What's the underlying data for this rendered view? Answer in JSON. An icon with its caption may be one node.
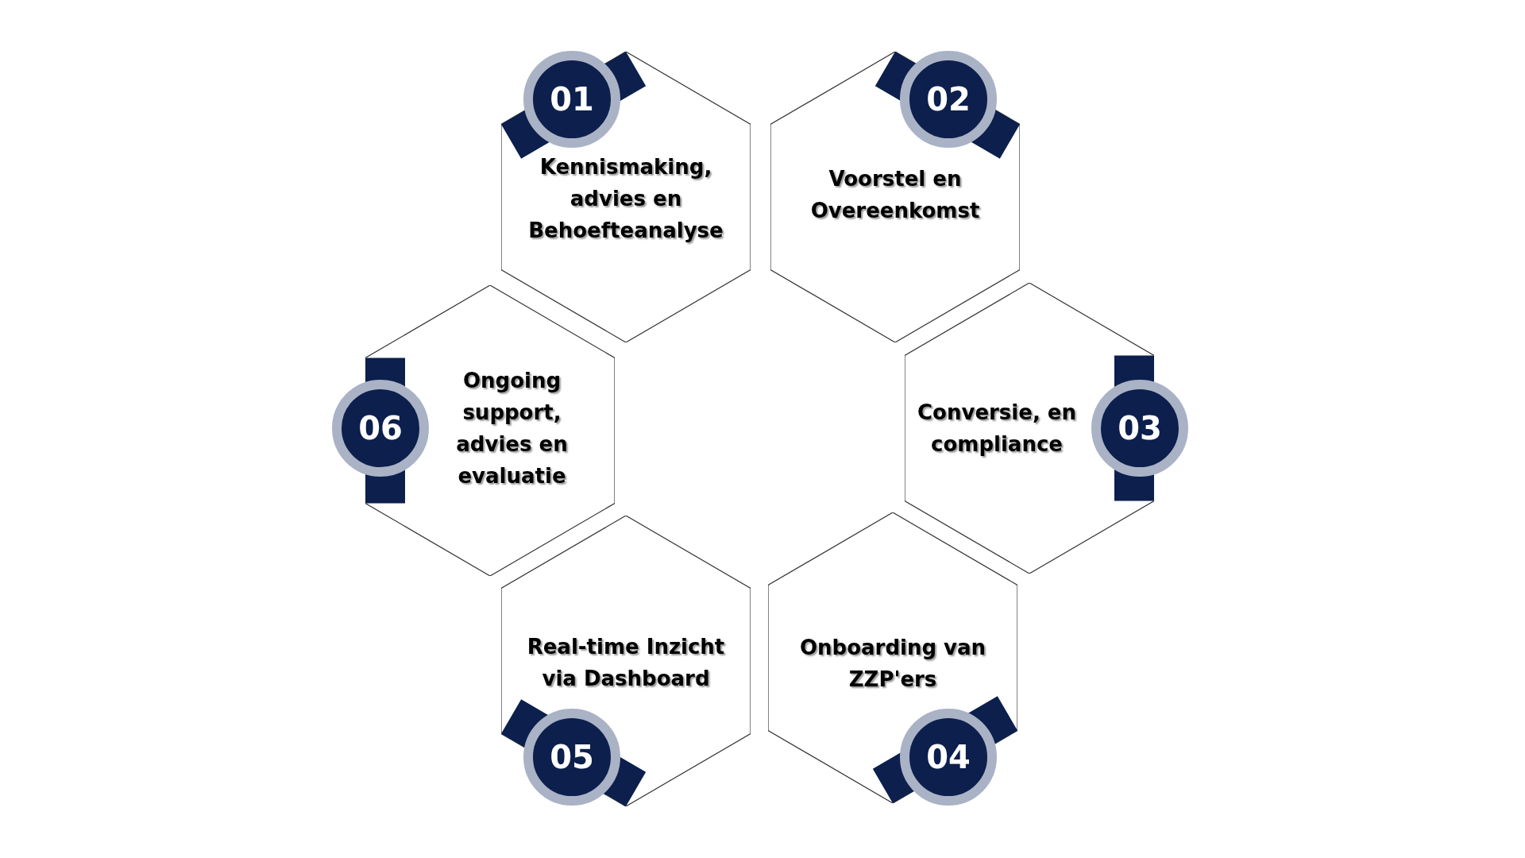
{
  "diagram": {
    "nodes": [
      {
        "text": [
          "01",
          "Kennismaking, advies en Behoefteanalyse"
        ]
      },
      {
        "text": [
          "02",
          "Voorstel en Overeenkomst"
        ]
      },
      {
        "text": [
          "06",
          "Ongoing support, advies en evaluatie"
        ]
      },
      {
        "text": [
          "Conversie, en compliance",
          "03"
        ]
      },
      {
        "text": [
          "Real-time Inzicht via Dashboard",
          "05"
        ]
      },
      {
        "text": [
          "Onboarding van ZZP'ers",
          "04"
        ]
      }
    ]
  }
}
